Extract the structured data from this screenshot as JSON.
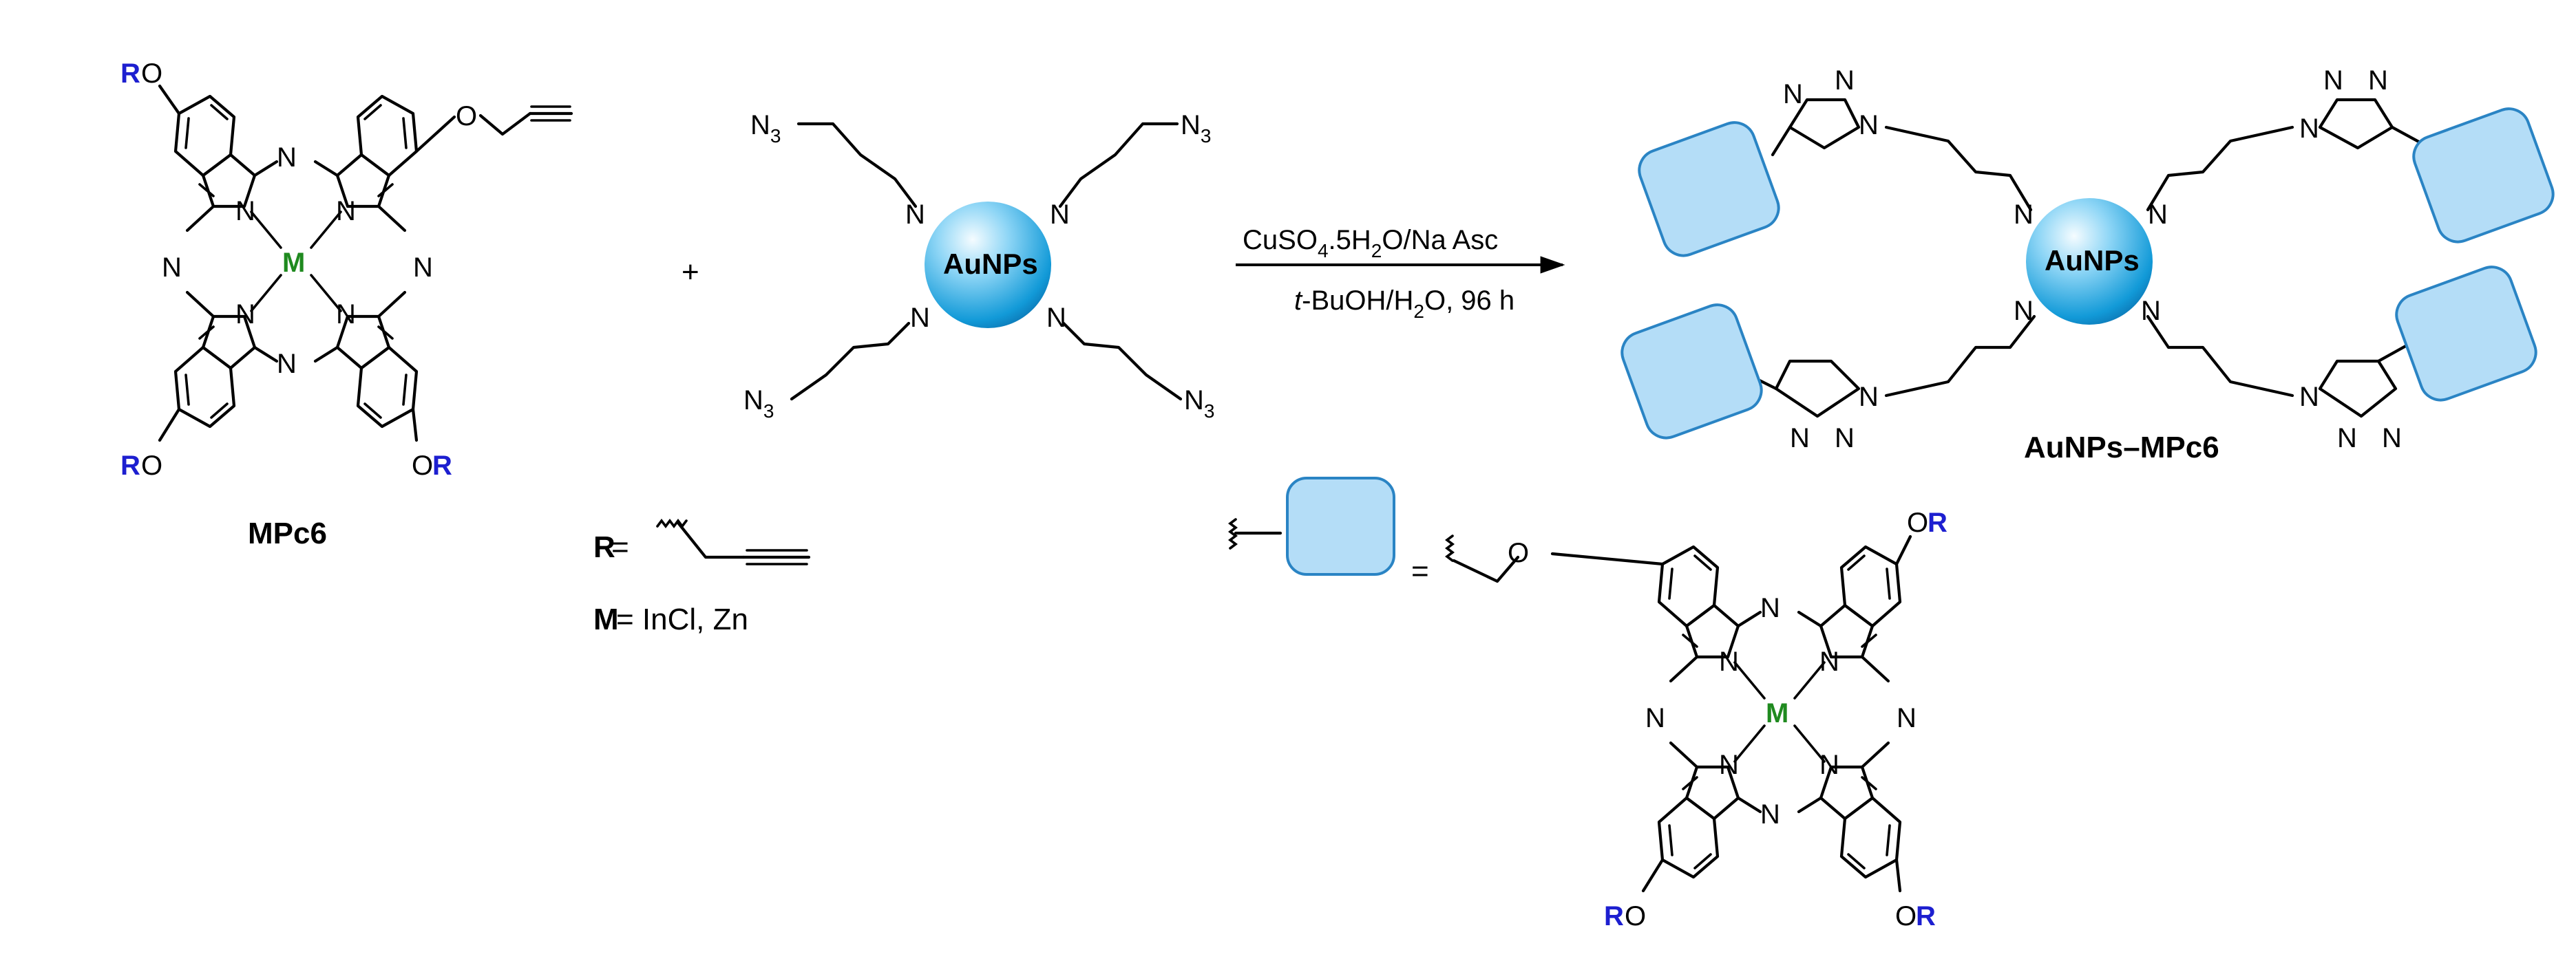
{
  "atoms": {
    "N": "N",
    "O": "O",
    "R": "R",
    "M": "M",
    "N3_main": "N",
    "N3_sub": "3"
  },
  "nanoparticle": {
    "label": "AuNPs"
  },
  "reagents": {
    "line1_main": "CuSO",
    "line1_sub1": "4",
    "line1_mid": ".5H",
    "line1_sub2": "2",
    "line1_end": "O/Na Asc",
    "line2_italic": "t",
    "line2_main": "-BuOH/H",
    "line2_sub": "2",
    "line2_end": "O, 96 h"
  },
  "labels": {
    "reactant": "MPc6",
    "product": "AuNPs–MPc6",
    "plus": "+",
    "r_def_letter": "R",
    "r_def_eq": " =",
    "m_def_letter": "M",
    "m_def_rest": " = InCl, Zn",
    "box_eq": "="
  },
  "colors": {
    "r_group": "#1d1fd0",
    "metal": "#1f8a1f",
    "box_fill": "#b4ddf7",
    "box_stroke": "#2a84c4",
    "sphere": "#1aa0e0"
  }
}
